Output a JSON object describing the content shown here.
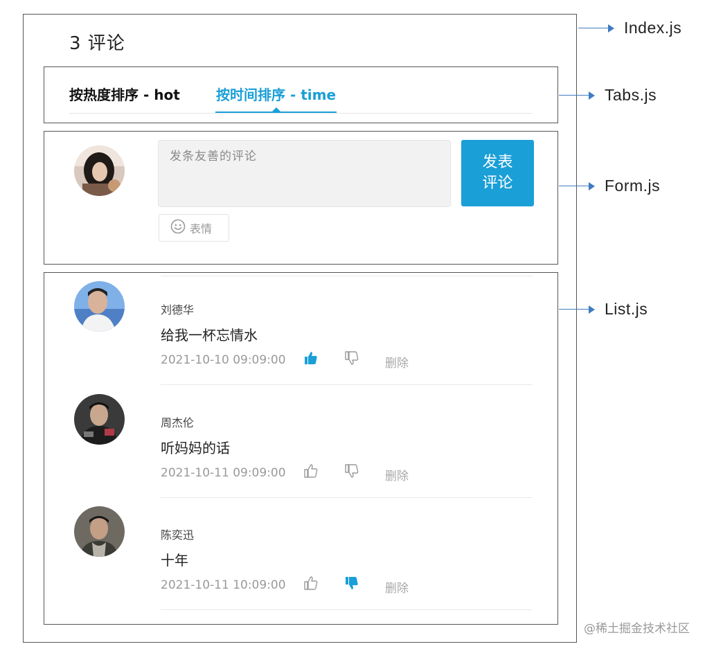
{
  "header": {
    "comment_count": "3 评论"
  },
  "tabs": {
    "items": [
      {
        "label": "按热度排序 - hot",
        "active": false
      },
      {
        "label": "按时间排序 - time",
        "active": true
      }
    ]
  },
  "form": {
    "placeholder": "发条友善的评论",
    "submit_label": "发表\n评论",
    "emoji_label": "表情"
  },
  "list": {
    "delete_label": "删除",
    "comments": [
      {
        "user": "刘德华",
        "content": "给我一杯忘情水",
        "time": "2021-10-10 09:09:00",
        "liked": true,
        "disliked": false
      },
      {
        "user": "周杰伦",
        "content": "听妈妈的话",
        "time": "2021-10-11 09:09:00",
        "liked": false,
        "disliked": false
      },
      {
        "user": "陈奕迅",
        "content": "十年",
        "time": "2021-10-11 10:09:00",
        "liked": false,
        "disliked": true
      }
    ]
  },
  "annotations": {
    "index": "Index.js",
    "tabs": "Tabs.js",
    "form": "Form.js",
    "list": "List.js"
  },
  "watermark": "@稀土掘金技术社区",
  "colors": {
    "accent": "#1a9fd7",
    "arrow": "#3f7cc0"
  }
}
